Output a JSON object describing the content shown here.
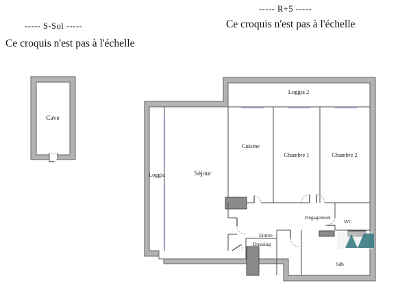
{
  "page": {
    "background": "#ffffff",
    "wall_fill": "#b0b0b0",
    "wall_stroke": "#5a5a5a",
    "room_fill": "#ffffff",
    "glass_color": "#9aa0c8",
    "block_fill": "#8a8a8a",
    "watermark_color": "#3f7f86"
  },
  "headers": {
    "left": {
      "title": "-----  S-Sol  -----",
      "subtitle": "Ce croquis n'est pas à l'échelle"
    },
    "right": {
      "title": "-----  R+5  -----",
      "subtitle": "Ce croquis n'est pas à l'échelle"
    }
  },
  "basement_plan": {
    "name": "S-Sol",
    "rooms": [
      {
        "label": "Cave"
      }
    ]
  },
  "apartment_plan": {
    "name": "R+5",
    "rooms": [
      {
        "label": "Loggia"
      },
      {
        "label": "Séjour"
      },
      {
        "label": "Cuisine"
      },
      {
        "label": "Chambre 1"
      },
      {
        "label": "Chambre 2"
      },
      {
        "label": "Loggia 2"
      },
      {
        "label": "Entrée"
      },
      {
        "label": "Dégagement"
      },
      {
        "label": "WC"
      },
      {
        "label": "Dressing"
      },
      {
        "label": "Sdb"
      }
    ]
  },
  "watermark": {
    "name": "logo-watermark"
  }
}
